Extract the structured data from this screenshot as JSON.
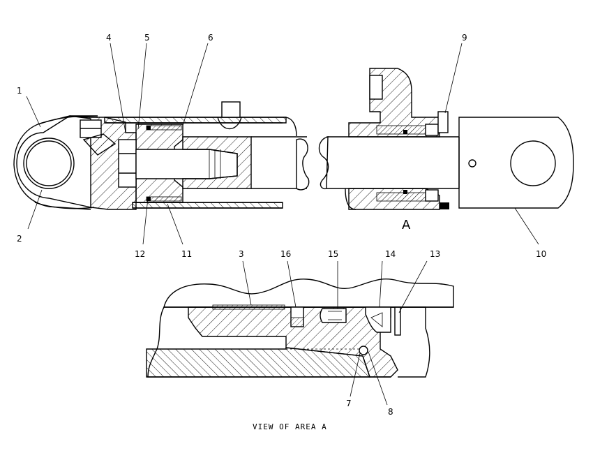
{
  "labels": {
    "l1": "1",
    "l2": "2",
    "l3": "3",
    "l4": "4",
    "l5": "5",
    "l6": "6",
    "l7": "7",
    "l8": "8",
    "l9": "9",
    "l10": "10",
    "l11": "11",
    "l12": "12",
    "l13": "13",
    "l14": "14",
    "l15": "15",
    "l16": "16"
  },
  "area_letter": "A",
  "caption": "VIEW OF AREA A"
}
